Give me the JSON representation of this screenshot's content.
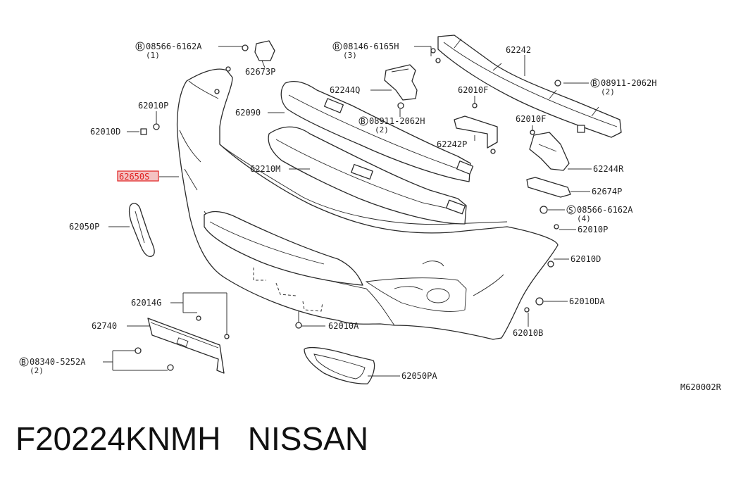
{
  "diagram": {
    "reference_code": "M620002R",
    "labels": {
      "l08566a": "08566-6162A",
      "l08566a_qty": "(1)",
      "l62673p": "62673P",
      "l08146": "08146-6165H",
      "l08146_qty": "(3)",
      "l62242": "62242",
      "l08911a": "08911-2062H",
      "l08911a_qty": "(2)",
      "l62244q": "62244Q",
      "l62010f_a": "62010F",
      "l62010p_a": "62010P",
      "l62090": "62090",
      "l08911b": "08911-2062H",
      "l08911b_qty": "(2)",
      "l62010f_b": "62010F",
      "l62010d_a": "62010D",
      "l62242p": "62242P",
      "l62650s": "62650S",
      "l62210m": "62210M",
      "l62244r": "62244R",
      "l62674p": "62674P",
      "l08566b": "08566-6162A",
      "l08566b_qty": "(4)",
      "l62050p": "62050P",
      "l62010p_b": "62010P",
      "l62010d_b": "62010D",
      "l62014g": "62014G",
      "l62010da": "62010DA",
      "l62740": "62740",
      "l62010a": "62010A",
      "l62010b": "62010B",
      "l08340": "08340-5252A",
      "l08340_qty": "(2)",
      "l62050pa": "62050PA"
    },
    "prefix_b": "B",
    "prefix_s": "S"
  },
  "footer": {
    "part_number": "F20224KNMH",
    "brand": "NISSAN"
  },
  "colors": {
    "highlight_border": "#e02020",
    "highlight_fill": "#f4c2c2"
  }
}
